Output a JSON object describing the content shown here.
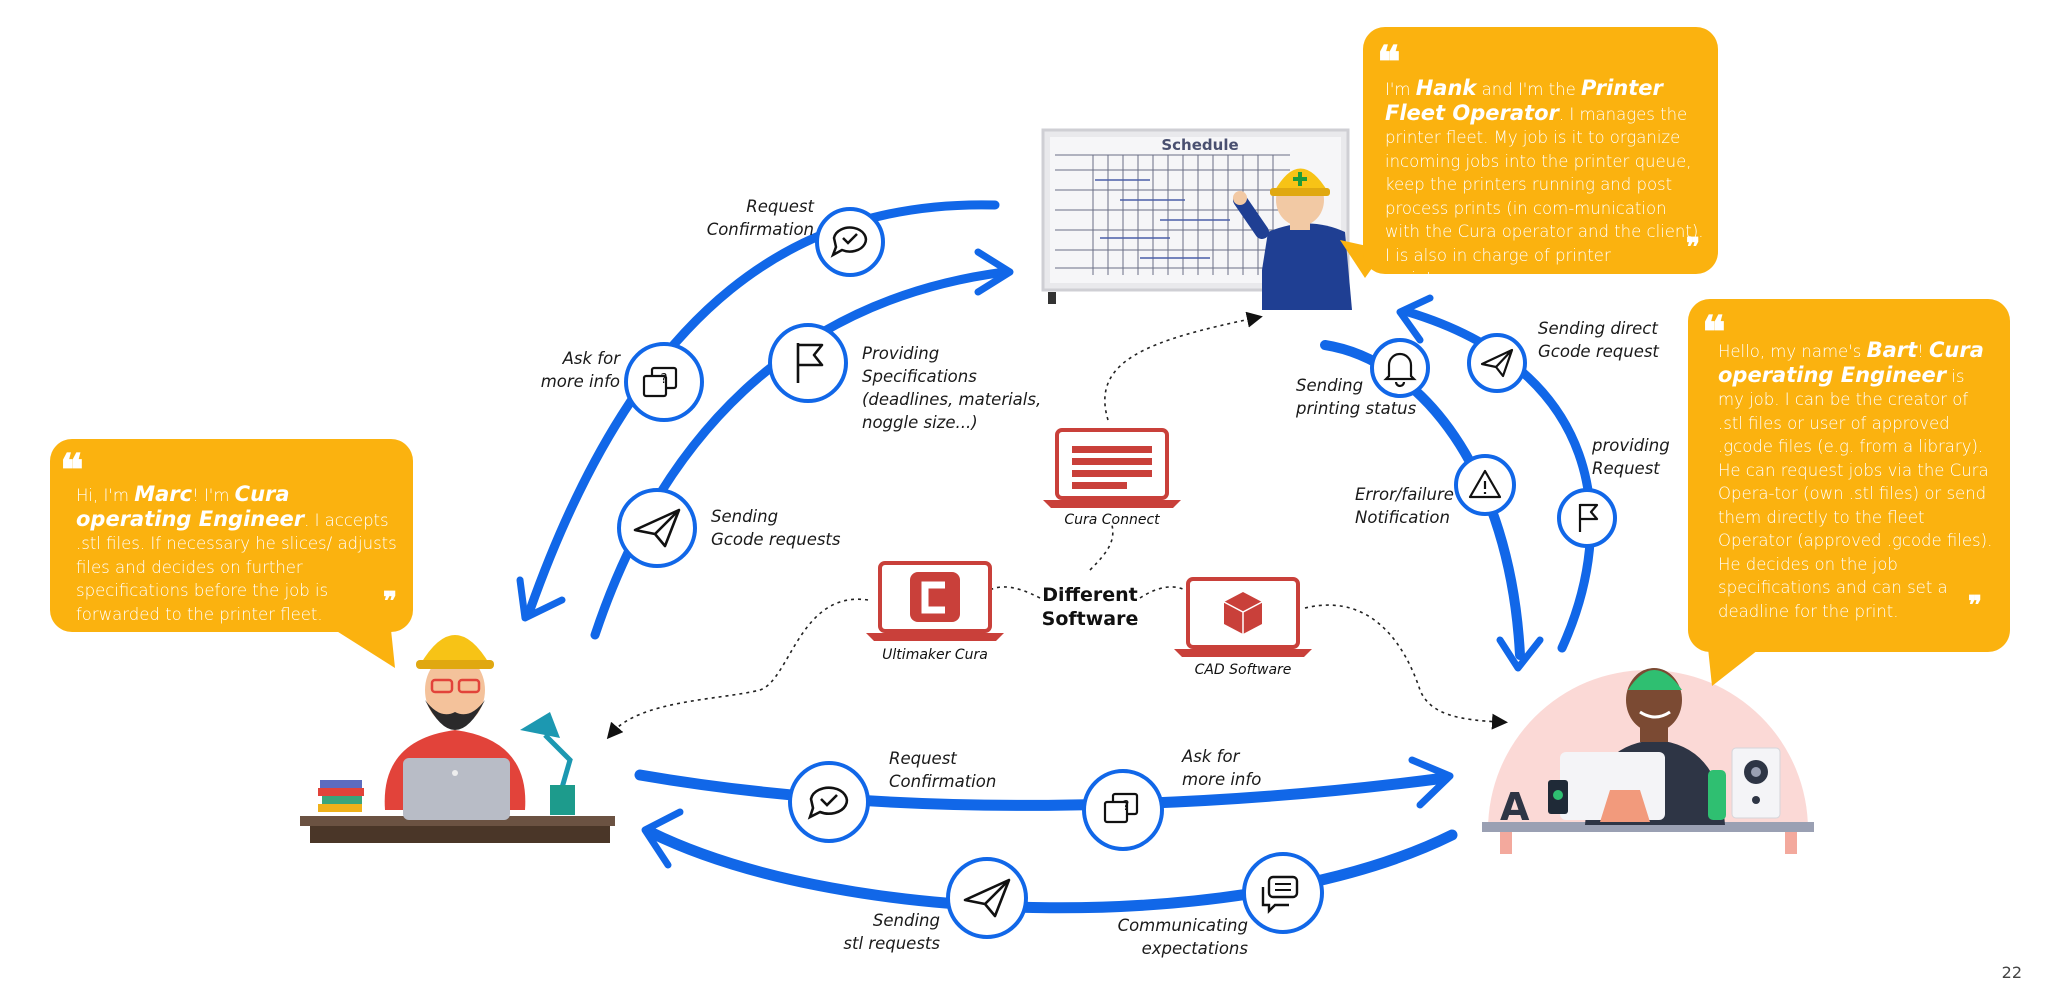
{
  "page_number": "22",
  "center_label": [
    "Different",
    "Software"
  ],
  "software": [
    {
      "name": "Cura Connect"
    },
    {
      "name": "Ultimaker Cura"
    },
    {
      "name": "CAD Software"
    }
  ],
  "schedule_title": "Schedule",
  "personas": {
    "hank": {
      "pre": "I'm ",
      "name": "Hank",
      "mid": " and I'm the ",
      "role": "Printer Fleet Operator",
      "rest": ". I manages the printer fleet. My job is it to organize incoming jobs into the printer queue, keep the printers running and post process prints (in com-munication with the Cura operator and the client). I is also in charge of printer maintenance."
    },
    "marc": {
      "pre": "Hi, I'm ",
      "name": "Marc",
      "mid": "! I'm ",
      "role": "Cura operating Engineer",
      "rest": ". I accepts .stl files. If necessary he slices/ adjusts files and decides on further specifications before the job is forwarded to the printer fleet."
    },
    "bart": {
      "pre": "Hello, my name's ",
      "name": "Bart",
      "mid": "! ",
      "role": "Cura operating Engineer",
      "rest": " is my job. I can be the creator of .stl files or user of approved .gcode files (e.g. from a library). He can request jobs via the Cura Opera-tor (own .stl files) or send them directly to the fleet Operator (approved .gcode files). He decides on the job specifications and can set a deadline for the print."
    }
  },
  "flows": {
    "request_confirmation_top": [
      "Request",
      "Confirmation"
    ],
    "ask_info_left": [
      "Ask for",
      "more info"
    ],
    "providing_specs": [
      "Providing",
      "Specifications",
      "(deadlines, materials,",
      "noggle size...)"
    ],
    "sending_gcode": [
      "Sending",
      "Gcode requests"
    ],
    "sending_printing_status": [
      "Sending",
      "printing status"
    ],
    "sending_direct_gcode": [
      "Sending direct",
      "Gcode request"
    ],
    "providing_request": [
      "providing",
      "Request"
    ],
    "error_failure": [
      "Error/failure",
      "Notification"
    ],
    "request_confirmation_bottom": [
      "Request",
      "Confirmation"
    ],
    "ask_info_bottom": [
      "Ask for",
      "more info"
    ],
    "sending_stl": [
      "Sending",
      "stl requests"
    ],
    "communicating": [
      "Communicating",
      "expectations"
    ]
  },
  "colors": {
    "arrow": "#1167e8",
    "bubble": "#fbb20f",
    "software": "#c9403a",
    "ring": "#1167e8"
  }
}
